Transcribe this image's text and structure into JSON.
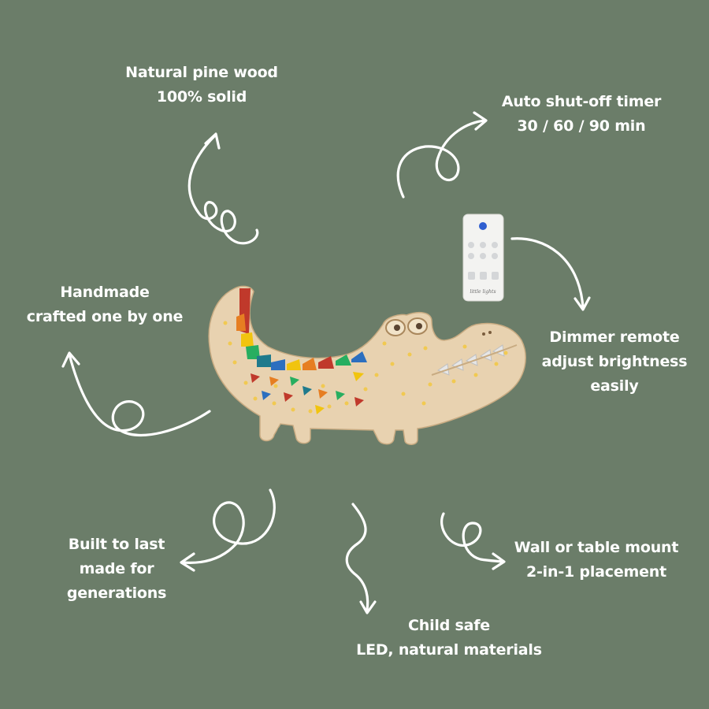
{
  "features": [
    {
      "id": "wood",
      "lines": [
        "Natural pine wood",
        "100% solid"
      ]
    },
    {
      "id": "timer",
      "lines": [
        "Auto shut-off timer",
        "30 / 60 / 90 min"
      ]
    },
    {
      "id": "handmade",
      "lines": [
        "Handmade",
        "crafted one by one"
      ]
    },
    {
      "id": "dimmer",
      "lines": [
        "Dimmer remote",
        "adjust brightness",
        "easily"
      ]
    },
    {
      "id": "built",
      "lines": [
        "Built to last",
        "made for",
        "generations"
      ]
    },
    {
      "id": "mount",
      "lines": [
        "Wall or table mount",
        "2-in-1 placement"
      ]
    },
    {
      "id": "safe",
      "lines": [
        "Child safe",
        "LED, natural materials"
      ]
    }
  ],
  "remote": {
    "brand_text": "little lights"
  },
  "colors": {
    "background": "#6b7d69",
    "text": "#ffffff",
    "wood": "#e8d2b0",
    "remote_power": "#2f5fd0"
  },
  "icons": [
    "curly-arrow-icon",
    "remote-control-icon",
    "crocodile-lamp-icon"
  ]
}
